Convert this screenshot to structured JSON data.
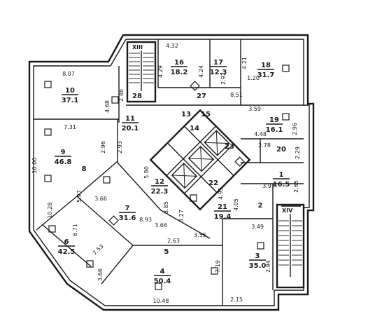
{
  "plan": {
    "rooms": [
      {
        "id": "1",
        "area": "16.5"
      },
      {
        "id": "2",
        "area": ""
      },
      {
        "id": "3",
        "area": "35.0"
      },
      {
        "id": "4",
        "area": "50.4"
      },
      {
        "id": "5",
        "area": ""
      },
      {
        "id": "6",
        "area": "42.5"
      },
      {
        "id": "7",
        "area": "31.6"
      },
      {
        "id": "8",
        "area": ""
      },
      {
        "id": "9",
        "area": "46.8"
      },
      {
        "id": "10",
        "area": "37.1"
      },
      {
        "id": "11",
        "area": "20.1"
      },
      {
        "id": "12",
        "area": "22.3"
      },
      {
        "id": "13",
        "area": ""
      },
      {
        "id": "14",
        "area": ""
      },
      {
        "id": "15",
        "area": ""
      },
      {
        "id": "16",
        "area": "18.2"
      },
      {
        "id": "17",
        "area": "12.3"
      },
      {
        "id": "18",
        "area": "31.7"
      },
      {
        "id": "19",
        "area": "16.1"
      },
      {
        "id": "20",
        "area": ""
      },
      {
        "id": "21",
        "area": "19.4"
      },
      {
        "id": "22",
        "area": ""
      },
      {
        "id": "23",
        "area": ""
      },
      {
        "id": "27",
        "area": ""
      },
      {
        "id": "28",
        "area": ""
      }
    ],
    "dimensions": [
      "8.07",
      "4.32",
      "4.29",
      "4.24",
      "4.21",
      "2.92",
      "1.20",
      "2.46",
      "4.68",
      "8.51",
      "3.59",
      "7.31",
      "10.00",
      "2.96",
      "2.93",
      "4.48",
      "2.96",
      "2.78",
      "2.29",
      "5.80",
      "3.85",
      "3.27",
      "4.95",
      "3.97",
      "2.65",
      "4.05",
      "10.28",
      "5.97",
      "3.66",
      "6.71",
      "8.93",
      "3.66",
      "3.49",
      "7.53",
      "2.63",
      "3.55",
      "7.19",
      "2.94",
      "3.66",
      "10.48",
      "2.15"
    ],
    "axis_marks": [
      "XIII",
      "XIV"
    ]
  }
}
